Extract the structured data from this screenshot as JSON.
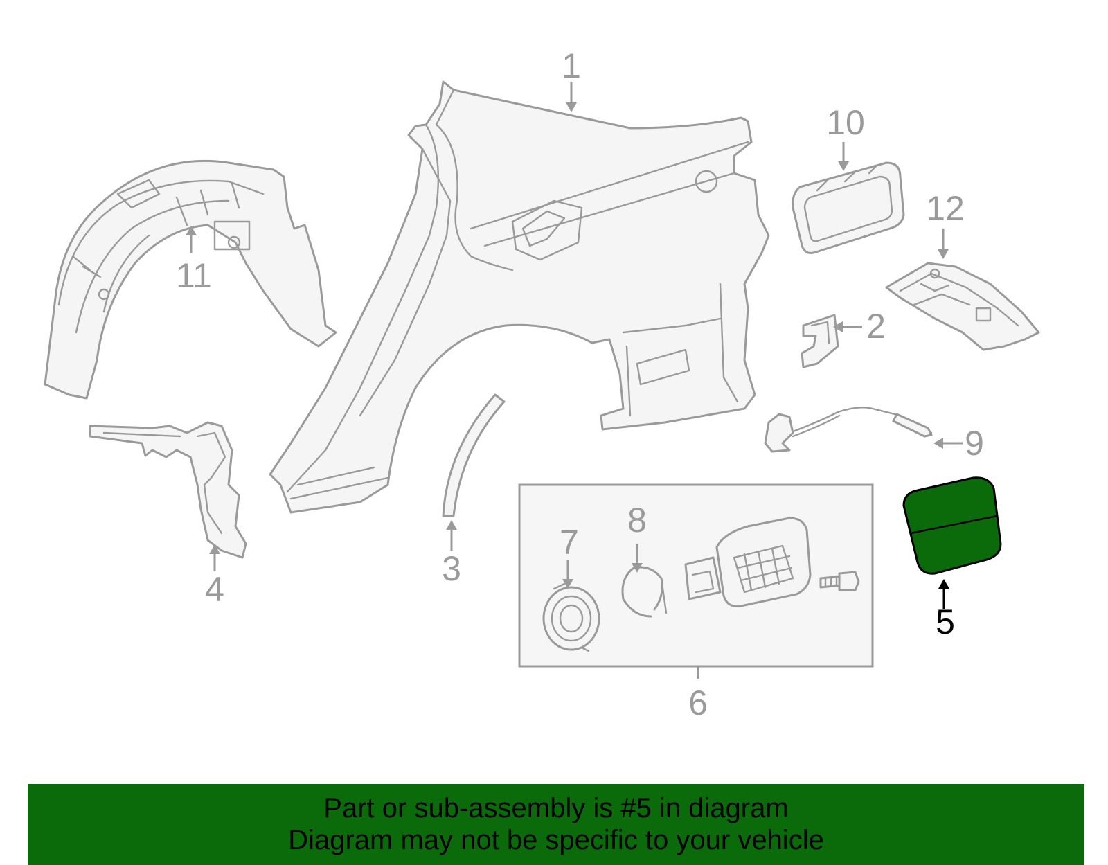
{
  "diagram": {
    "callouts": [
      {
        "id": "1",
        "label": "1"
      },
      {
        "id": "2",
        "label": "2"
      },
      {
        "id": "3",
        "label": "3"
      },
      {
        "id": "4",
        "label": "4"
      },
      {
        "id": "5",
        "label": "5"
      },
      {
        "id": "6",
        "label": "6"
      },
      {
        "id": "7",
        "label": "7"
      },
      {
        "id": "8",
        "label": "8"
      },
      {
        "id": "9",
        "label": "9"
      },
      {
        "id": "10",
        "label": "10"
      },
      {
        "id": "11",
        "label": "11"
      },
      {
        "id": "12",
        "label": "12"
      }
    ],
    "highlighted_part": "5",
    "colors": {
      "line": "#9a9a9a",
      "highlight_fill": "#0b6b0b",
      "highlight_label": "#000000"
    }
  },
  "banner": {
    "line1": "Part or sub-assembly is #5 in diagram",
    "line2": "Diagram may not be specific to your vehicle",
    "background": "#0b6b0b"
  }
}
